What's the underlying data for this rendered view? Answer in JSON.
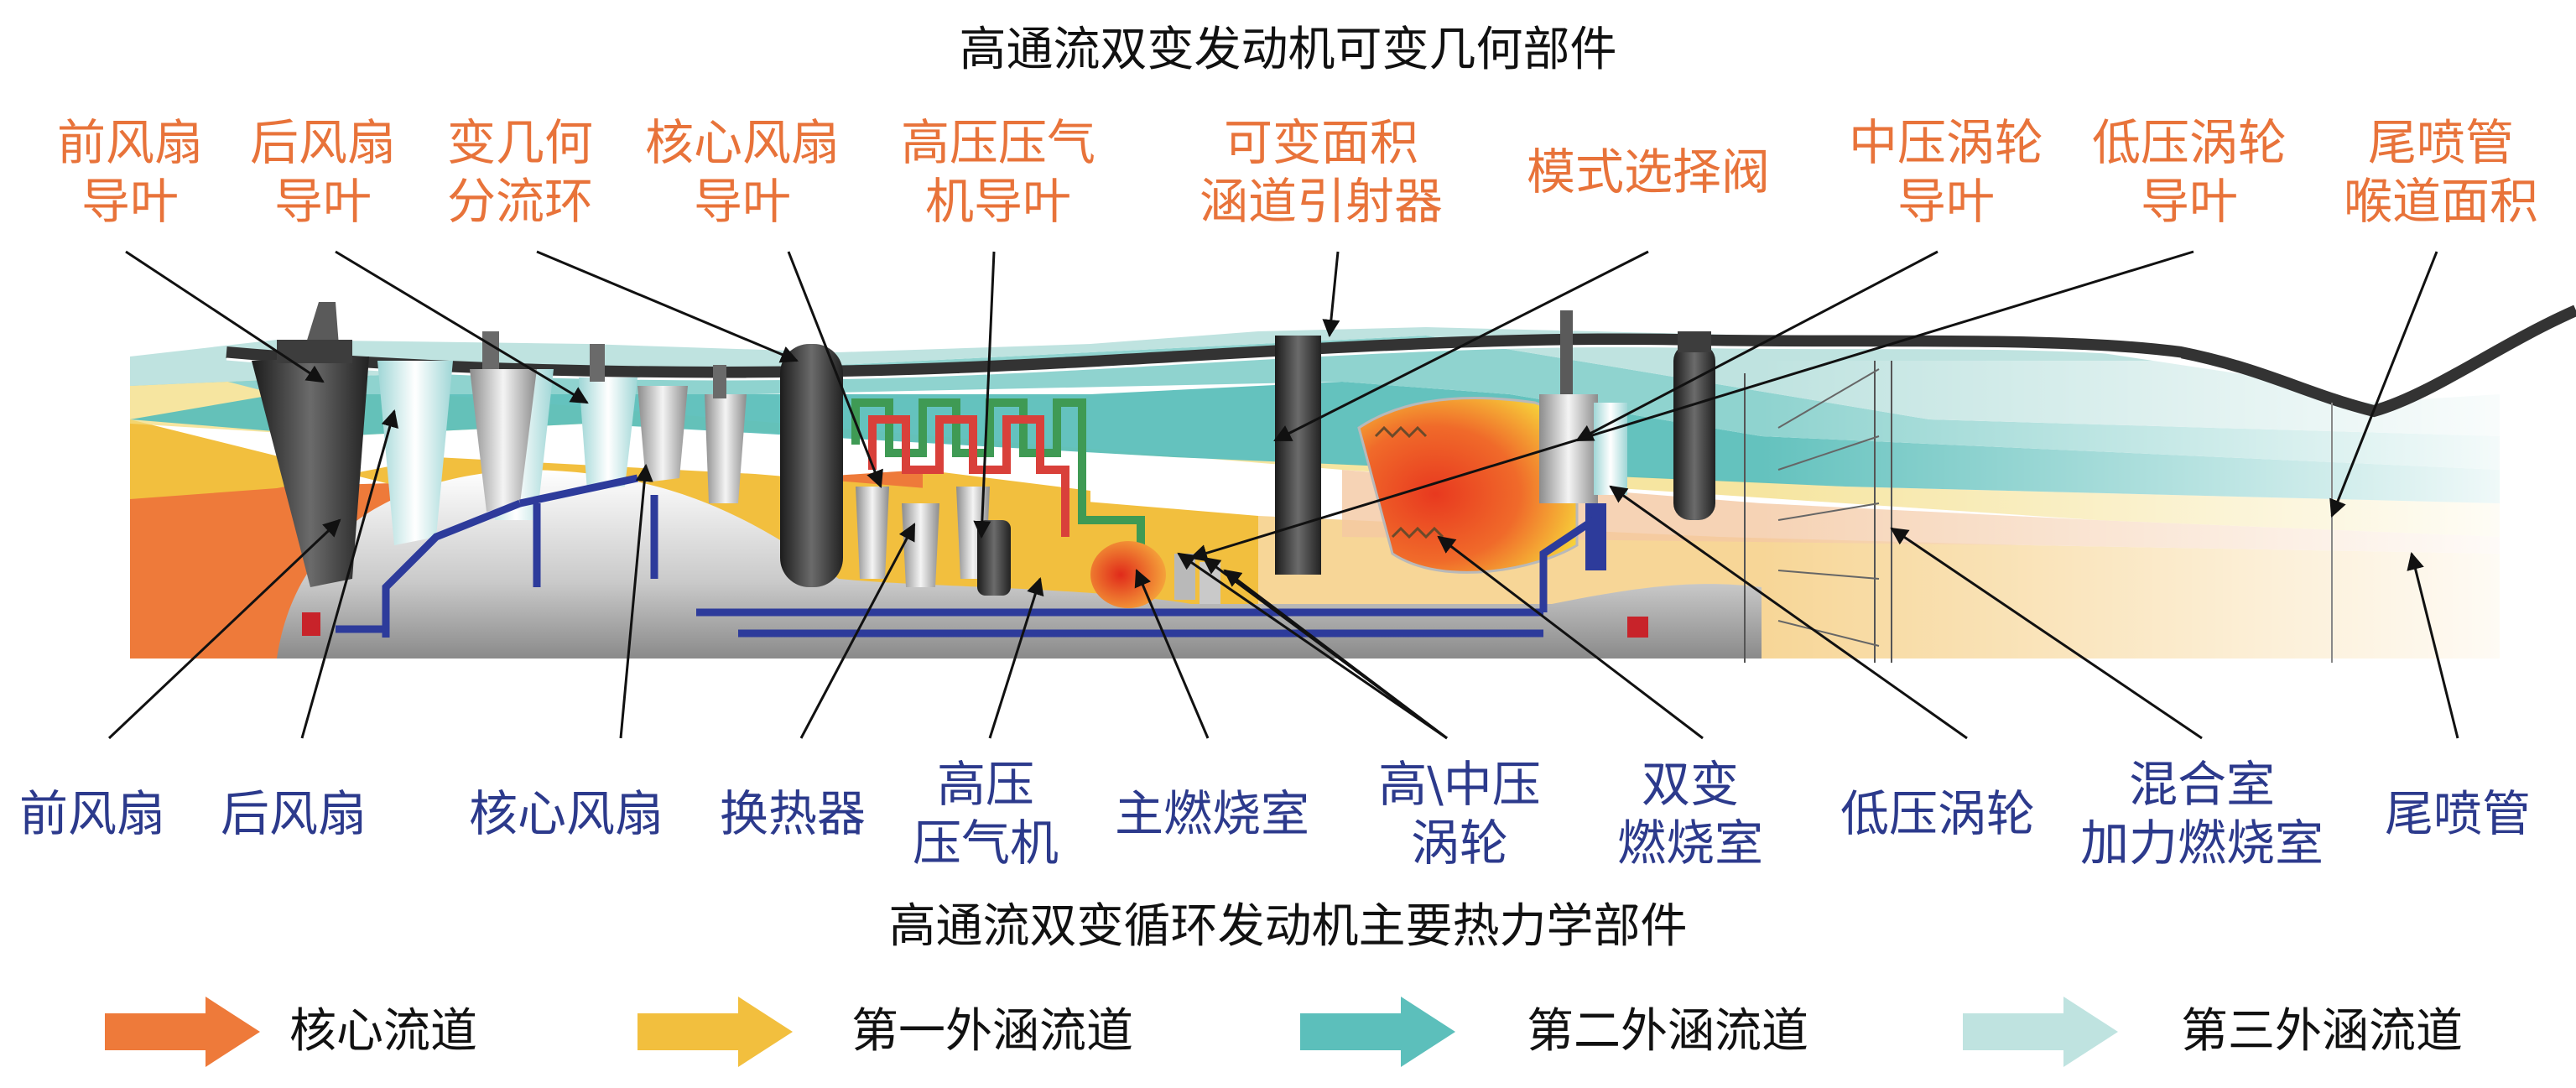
{
  "top_title": "高通流双变发动机可变几何部件",
  "bottom_title": "高通流双变循环发动机主要热力学部件",
  "variable_geometry_labels": [
    {
      "id": "front-fan-guide-vane",
      "text": "前风扇\n导叶"
    },
    {
      "id": "rear-fan-guide-vane",
      "text": "后风扇\n导叶"
    },
    {
      "id": "variable-splitter",
      "text": "变几何\n分流环"
    },
    {
      "id": "core-fan-guide-vane",
      "text": "核心风扇\n导叶"
    },
    {
      "id": "hpc-guide-vane",
      "text": "高压压气\n机导叶"
    },
    {
      "id": "variable-area-bypass-injector",
      "text": "可变面积\n涵道引射器"
    },
    {
      "id": "mode-selector-valve",
      "text": "模式选择阀"
    },
    {
      "id": "ipt-guide-vane",
      "text": "中压涡轮\n导叶"
    },
    {
      "id": "lpt-guide-vane",
      "text": "低压涡轮\n导叶"
    },
    {
      "id": "nozzle-throat-area",
      "text": "尾喷管\n喉道面积"
    }
  ],
  "thermo_component_labels": [
    {
      "id": "front-fan",
      "text": "前风扇"
    },
    {
      "id": "rear-fan",
      "text": "后风扇"
    },
    {
      "id": "core-fan",
      "text": "核心风扇"
    },
    {
      "id": "heat-exchanger",
      "text": "换热器"
    },
    {
      "id": "hp-compressor",
      "text": "高压\n压气机"
    },
    {
      "id": "main-combustor",
      "text": "主燃烧室"
    },
    {
      "id": "hp-ip-turbine",
      "text": "高\\中压\n涡轮"
    },
    {
      "id": "dual-variable-combustor",
      "text": "双变\n燃烧室"
    },
    {
      "id": "lp-turbine",
      "text": "低压涡轮"
    },
    {
      "id": "mixer-afterburner",
      "text": "混合室\n加力燃烧室"
    },
    {
      "id": "nozzle",
      "text": "尾喷管"
    }
  ],
  "legend": [
    {
      "id": "core-flow",
      "text": "核心流道",
      "color": "#ee7a3a"
    },
    {
      "id": "first-bypass",
      "text": "第一外涵流道",
      "color": "#f2bf3e"
    },
    {
      "id": "second-bypass",
      "text": "第二外涵流道",
      "color": "#5cbfbb"
    },
    {
      "id": "third-bypass",
      "text": "第三外涵流道",
      "color": "#bfe3e0"
    }
  ],
  "colors": {
    "top_label": "#e8733a",
    "bottom_label": "#2c3a8c",
    "leader_line": "#111111",
    "casing": "#333333",
    "blade_dark": "#2b2b2b",
    "shaft": "#2d3b9b",
    "combustor_hot": "#e8391f",
    "combustor_warm": "#f7d23a",
    "heat_exchanger_pipe_red": "#d9403a",
    "heat_exchanger_pipe_green": "#3f9a54"
  }
}
